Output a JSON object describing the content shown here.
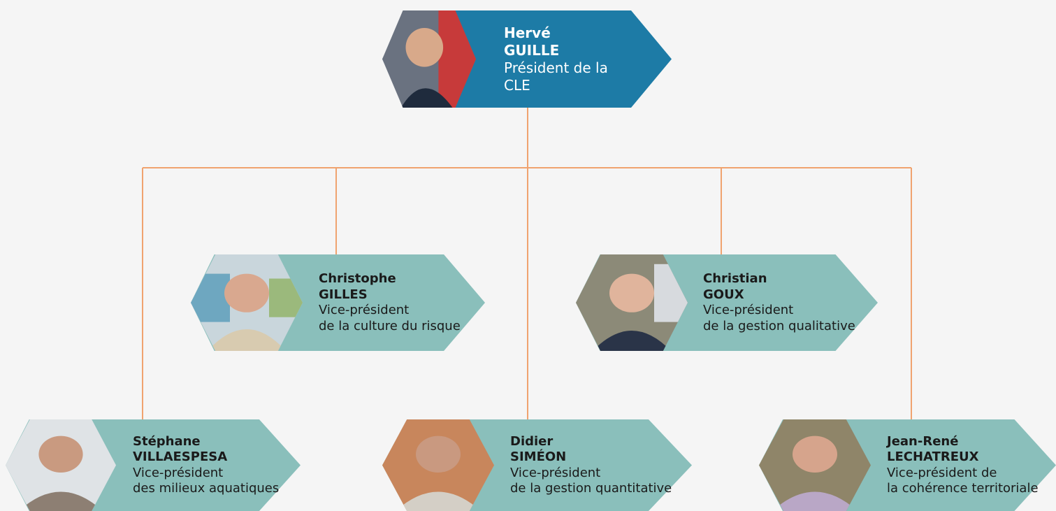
{
  "people": {
    "herve": {
      "firstname": "Hervé",
      "lastname": "GUILLE",
      "role": "Président de la\nCLE"
    },
    "christophe": {
      "firstname": "Christophe",
      "lastname": "GILLES",
      "role": "Vice-président\nde la culture du risque"
    },
    "christian": {
      "firstname": "Christian",
      "lastname": "GOUX",
      "role": "Vice-président\nde la gestion qualitative"
    },
    "stephane": {
      "firstname": "Stéphane",
      "lastname": "VILLAESPESA",
      "role": "Vice-président\ndes milieux aquatiques"
    },
    "didier": {
      "firstname": "Didier",
      "lastname": "SIMÉON",
      "role": "Vice-président\nde la gestion quantitative"
    },
    "jeanrene": {
      "firstname": "Jean-René",
      "lastname": "LECHATREUX",
      "role": "Vice-président de\nla cohérence territoriale"
    }
  },
  "colors": {
    "president_box": "#1d7ba6",
    "vice_president_box": "#8abfbb",
    "connector": "#f0a36f",
    "background": "#f5f5f5"
  }
}
